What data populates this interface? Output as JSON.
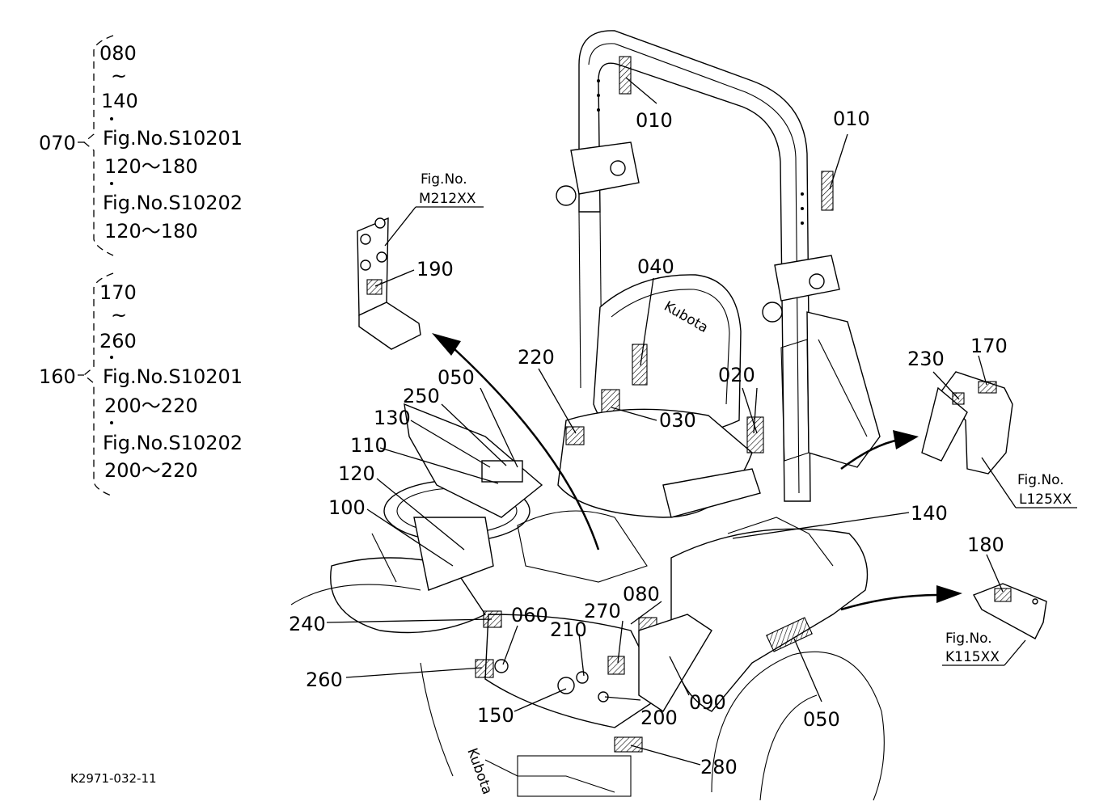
{
  "drawing_id": "K2971-032-11",
  "brackets": {
    "group1": {
      "id": "070",
      "lines": [
        "080",
        "~",
        "140",
        "Fig.No.S10201",
        "120～180",
        "Fig.No.S10202",
        "120～180"
      ]
    },
    "group2": {
      "id": "160",
      "lines": [
        "170",
        "~",
        "260",
        "Fig.No.S10201",
        "200～220",
        "Fig.No.S10202",
        "200～220"
      ]
    }
  },
  "fig_refs": {
    "m212": [
      "Fig.No.",
      "M212XX"
    ],
    "l125": [
      "Fig.No.",
      "L125XX"
    ],
    "k115": [
      "Fig.No.",
      "K115XX"
    ]
  },
  "seat_brand": "Kubota",
  "callouts": {
    "c010a": "010",
    "c010b": "010",
    "c020": "020",
    "c030": "030",
    "c040": "040",
    "c050a": "050",
    "c050b": "050",
    "c060": "060",
    "c080": "080",
    "c090": "090",
    "c100": "100",
    "c110": "110",
    "c120": "120",
    "c130": "130",
    "c140": "140",
    "c150": "150",
    "c170": "170",
    "c180": "180",
    "c190": "190",
    "c200": "200",
    "c210": "210",
    "c220": "220",
    "c230": "230",
    "c240": "240",
    "c250": "250",
    "c260": "260",
    "c270": "270",
    "c280": "280"
  }
}
